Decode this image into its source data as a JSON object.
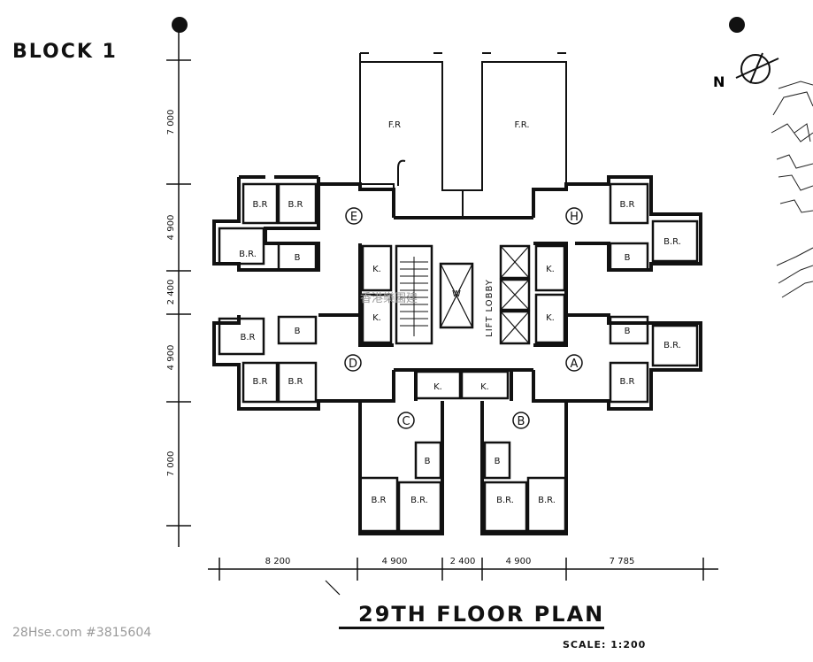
{
  "block_title": "BLOCK 1",
  "plan_title": "29TH FLOOR PLAN",
  "scale": "SCALE: 1:200",
  "watermark": "28Hse.com #3815604",
  "logo_watermark": "香港樂園建",
  "north_label": "N",
  "lift_lobby": "LIFT LOBBY",
  "flat_labels": {
    "A": "A",
    "B": "B",
    "C": "C",
    "D": "D",
    "E": "E",
    "H": "H"
  },
  "rooms": {
    "bedroom": "B.R.",
    "bedroom_short": "B.R",
    "bath": "B",
    "kitchen": "K.",
    "flat_roof": "F.R.",
    "flat_roof_short": "F.R",
    "w": "W"
  },
  "dimensions": {
    "vertical": [
      "7 000",
      "4 900",
      "2 400",
      "4 900",
      "7 000"
    ],
    "horizontal": [
      "8 200",
      "4 900",
      "2 400",
      "4 900",
      "7 785"
    ]
  }
}
